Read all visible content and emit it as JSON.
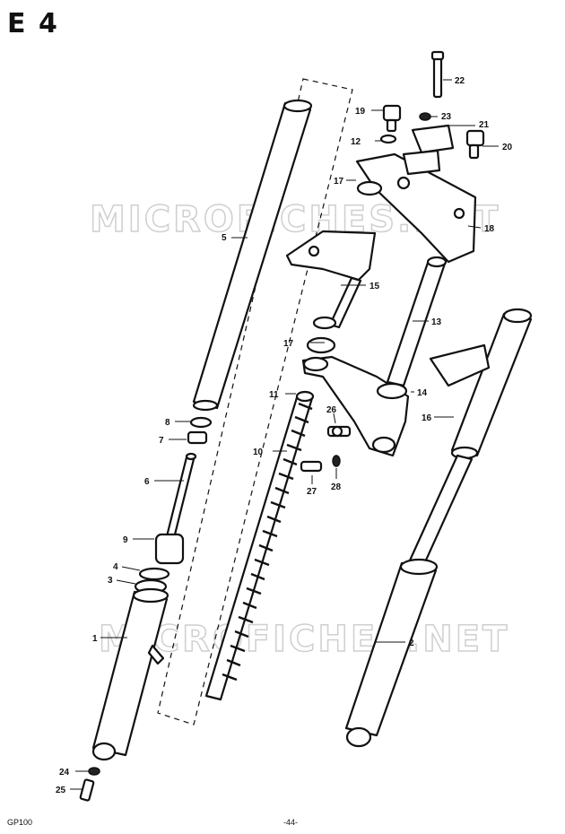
{
  "header": {
    "title": "E 4"
  },
  "footer": {
    "model": "GP100",
    "page": "-44-"
  },
  "watermarks": [
    "MICROFICHES.NET",
    "MICROFICHES.NET"
  ],
  "callouts": {
    "c1": "1",
    "c2": "2",
    "c3": "3",
    "c4": "4",
    "c5": "5",
    "c6": "6",
    "c7": "7",
    "c8": "8",
    "c9": "9",
    "c10": "10",
    "c11": "11",
    "c12": "12",
    "c13": "13",
    "c14": "14",
    "c15": "15",
    "c16": "16",
    "c17a": "17",
    "c17b": "17",
    "c18": "18",
    "c19": "19",
    "c20": "20",
    "c21": "21",
    "c22": "22",
    "c23": "23",
    "c24": "24",
    "c25": "25",
    "c26": "26",
    "c27": "27",
    "c28": "28"
  }
}
